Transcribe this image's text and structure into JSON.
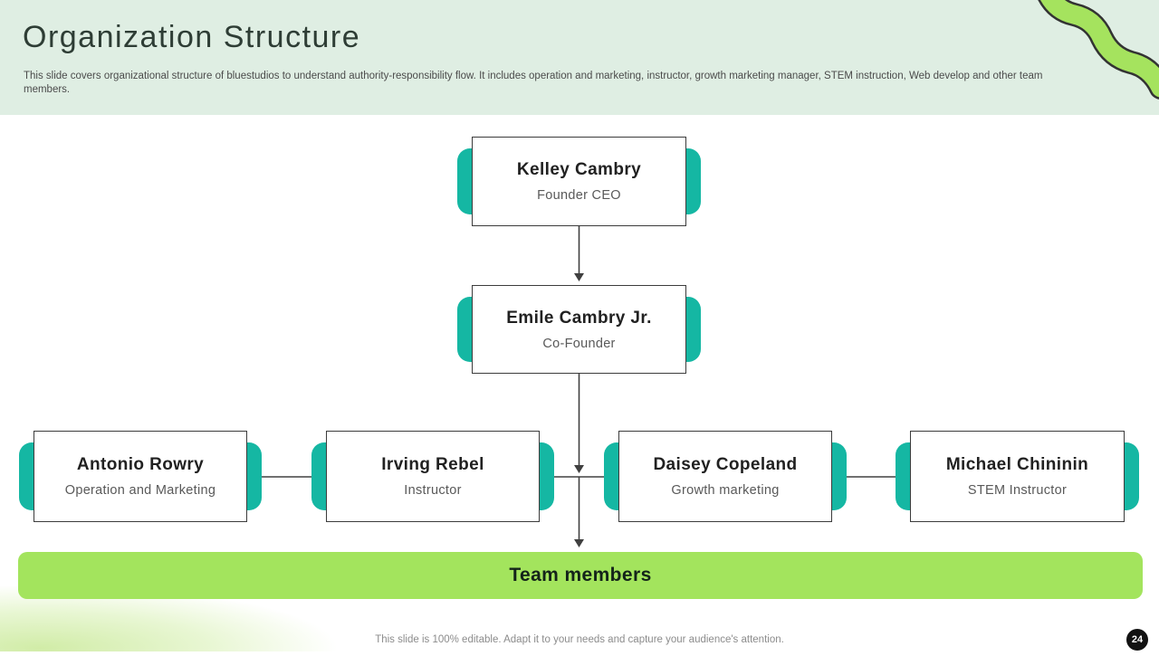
{
  "slide": {
    "title": "Organization Structure",
    "subtitle": "This slide covers organizational structure of bluestudios to understand authority-responsibility flow. It includes operation and marketing, instructor, growth marketing manager, STEM instruction, Web develop and other team members.",
    "footer": "This slide is 100% editable. Adapt it to your needs and capture your audience's attention.",
    "page_number": "24"
  },
  "org_chart": {
    "level1": {
      "name": "Kelley Cambry",
      "role": "Founder CEO"
    },
    "level2": {
      "name": "Emile Cambry Jr.",
      "role": "Co-Founder"
    },
    "level3": [
      {
        "name": "Antonio Rowry",
        "role": "Operation and Marketing"
      },
      {
        "name": "Irving Rebel",
        "role": "Instructor"
      },
      {
        "name": "Daisey Copeland",
        "role": "Growth marketing"
      },
      {
        "name": "Michael Chininin",
        "role": "STEM Instructor"
      }
    ],
    "banner": "Team members"
  },
  "colors": {
    "header_bg": "#dfeee3",
    "teal_accent": "#15b7a3",
    "green_accent": "#a3e45d",
    "box_border": "#3c3c3c",
    "line": "#404040"
  }
}
